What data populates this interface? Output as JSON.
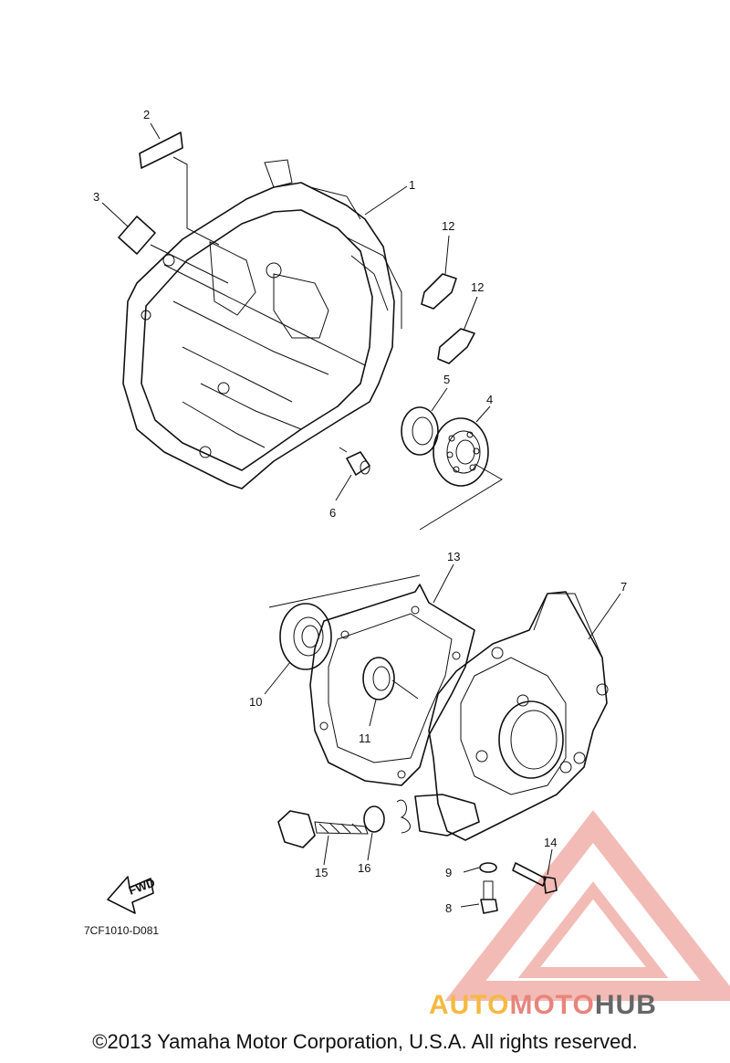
{
  "callouts": [
    {
      "id": "1",
      "label": "1"
    },
    {
      "id": "2",
      "label": "2"
    },
    {
      "id": "3",
      "label": "3"
    },
    {
      "id": "4",
      "label": "4"
    },
    {
      "id": "5",
      "label": "5"
    },
    {
      "id": "6",
      "label": "6"
    },
    {
      "id": "7",
      "label": "7"
    },
    {
      "id": "8",
      "label": "8"
    },
    {
      "id": "9",
      "label": "9"
    },
    {
      "id": "10",
      "label": "10"
    },
    {
      "id": "11",
      "label": "11"
    },
    {
      "id": "12a",
      "label": "12"
    },
    {
      "id": "12b",
      "label": "12"
    },
    {
      "id": "13",
      "label": "13"
    },
    {
      "id": "14",
      "label": "14"
    },
    {
      "id": "15",
      "label": "15"
    },
    {
      "id": "16",
      "label": "16"
    }
  ],
  "direction_arrow": {
    "label": "FWD"
  },
  "diagram_code": "7CF1010-D081",
  "copyright": "©2013 Yamaha Motor Corporation, U.S.A. All rights reserved.",
  "watermark": {
    "brand_part1": "AUTO",
    "brand_part2": "MOTO",
    "brand_part3": "HUB",
    "color1": "#f5b942",
    "color2": "#e8847c",
    "color3": "#666666"
  }
}
